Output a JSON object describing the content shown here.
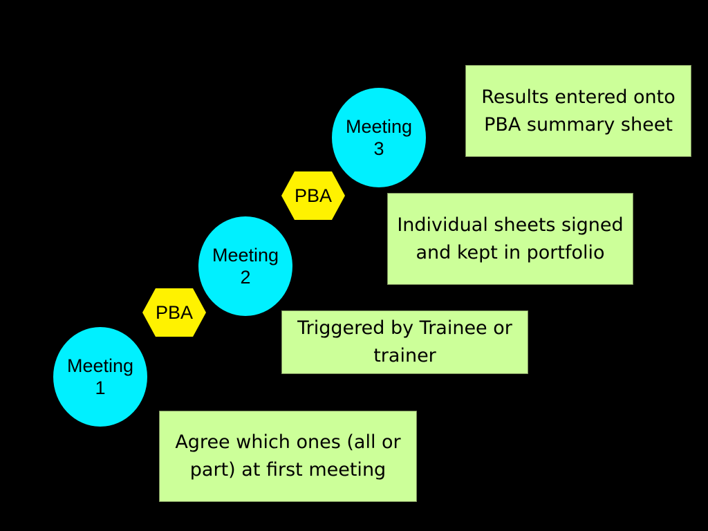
{
  "diagram": {
    "meetings": [
      {
        "label": "Meeting\n1"
      },
      {
        "label": "Meeting\n2"
      },
      {
        "label": "Meeting\n3"
      }
    ],
    "pba_markers": [
      {
        "label": "PBA"
      },
      {
        "label": "PBA"
      }
    ],
    "notes": [
      {
        "text": "Agree which ones (all or part) at first meeting"
      },
      {
        "text": "Triggered by Trainee or trainer"
      },
      {
        "text": "Individual sheets signed and kept in portfolio"
      },
      {
        "text": "Results entered onto PBA summary sheet"
      }
    ],
    "colors": {
      "background": "#000000",
      "meeting_circle": "#00f0ff",
      "pba_hexagon": "#fff200",
      "note_box": "#ccff99"
    }
  }
}
